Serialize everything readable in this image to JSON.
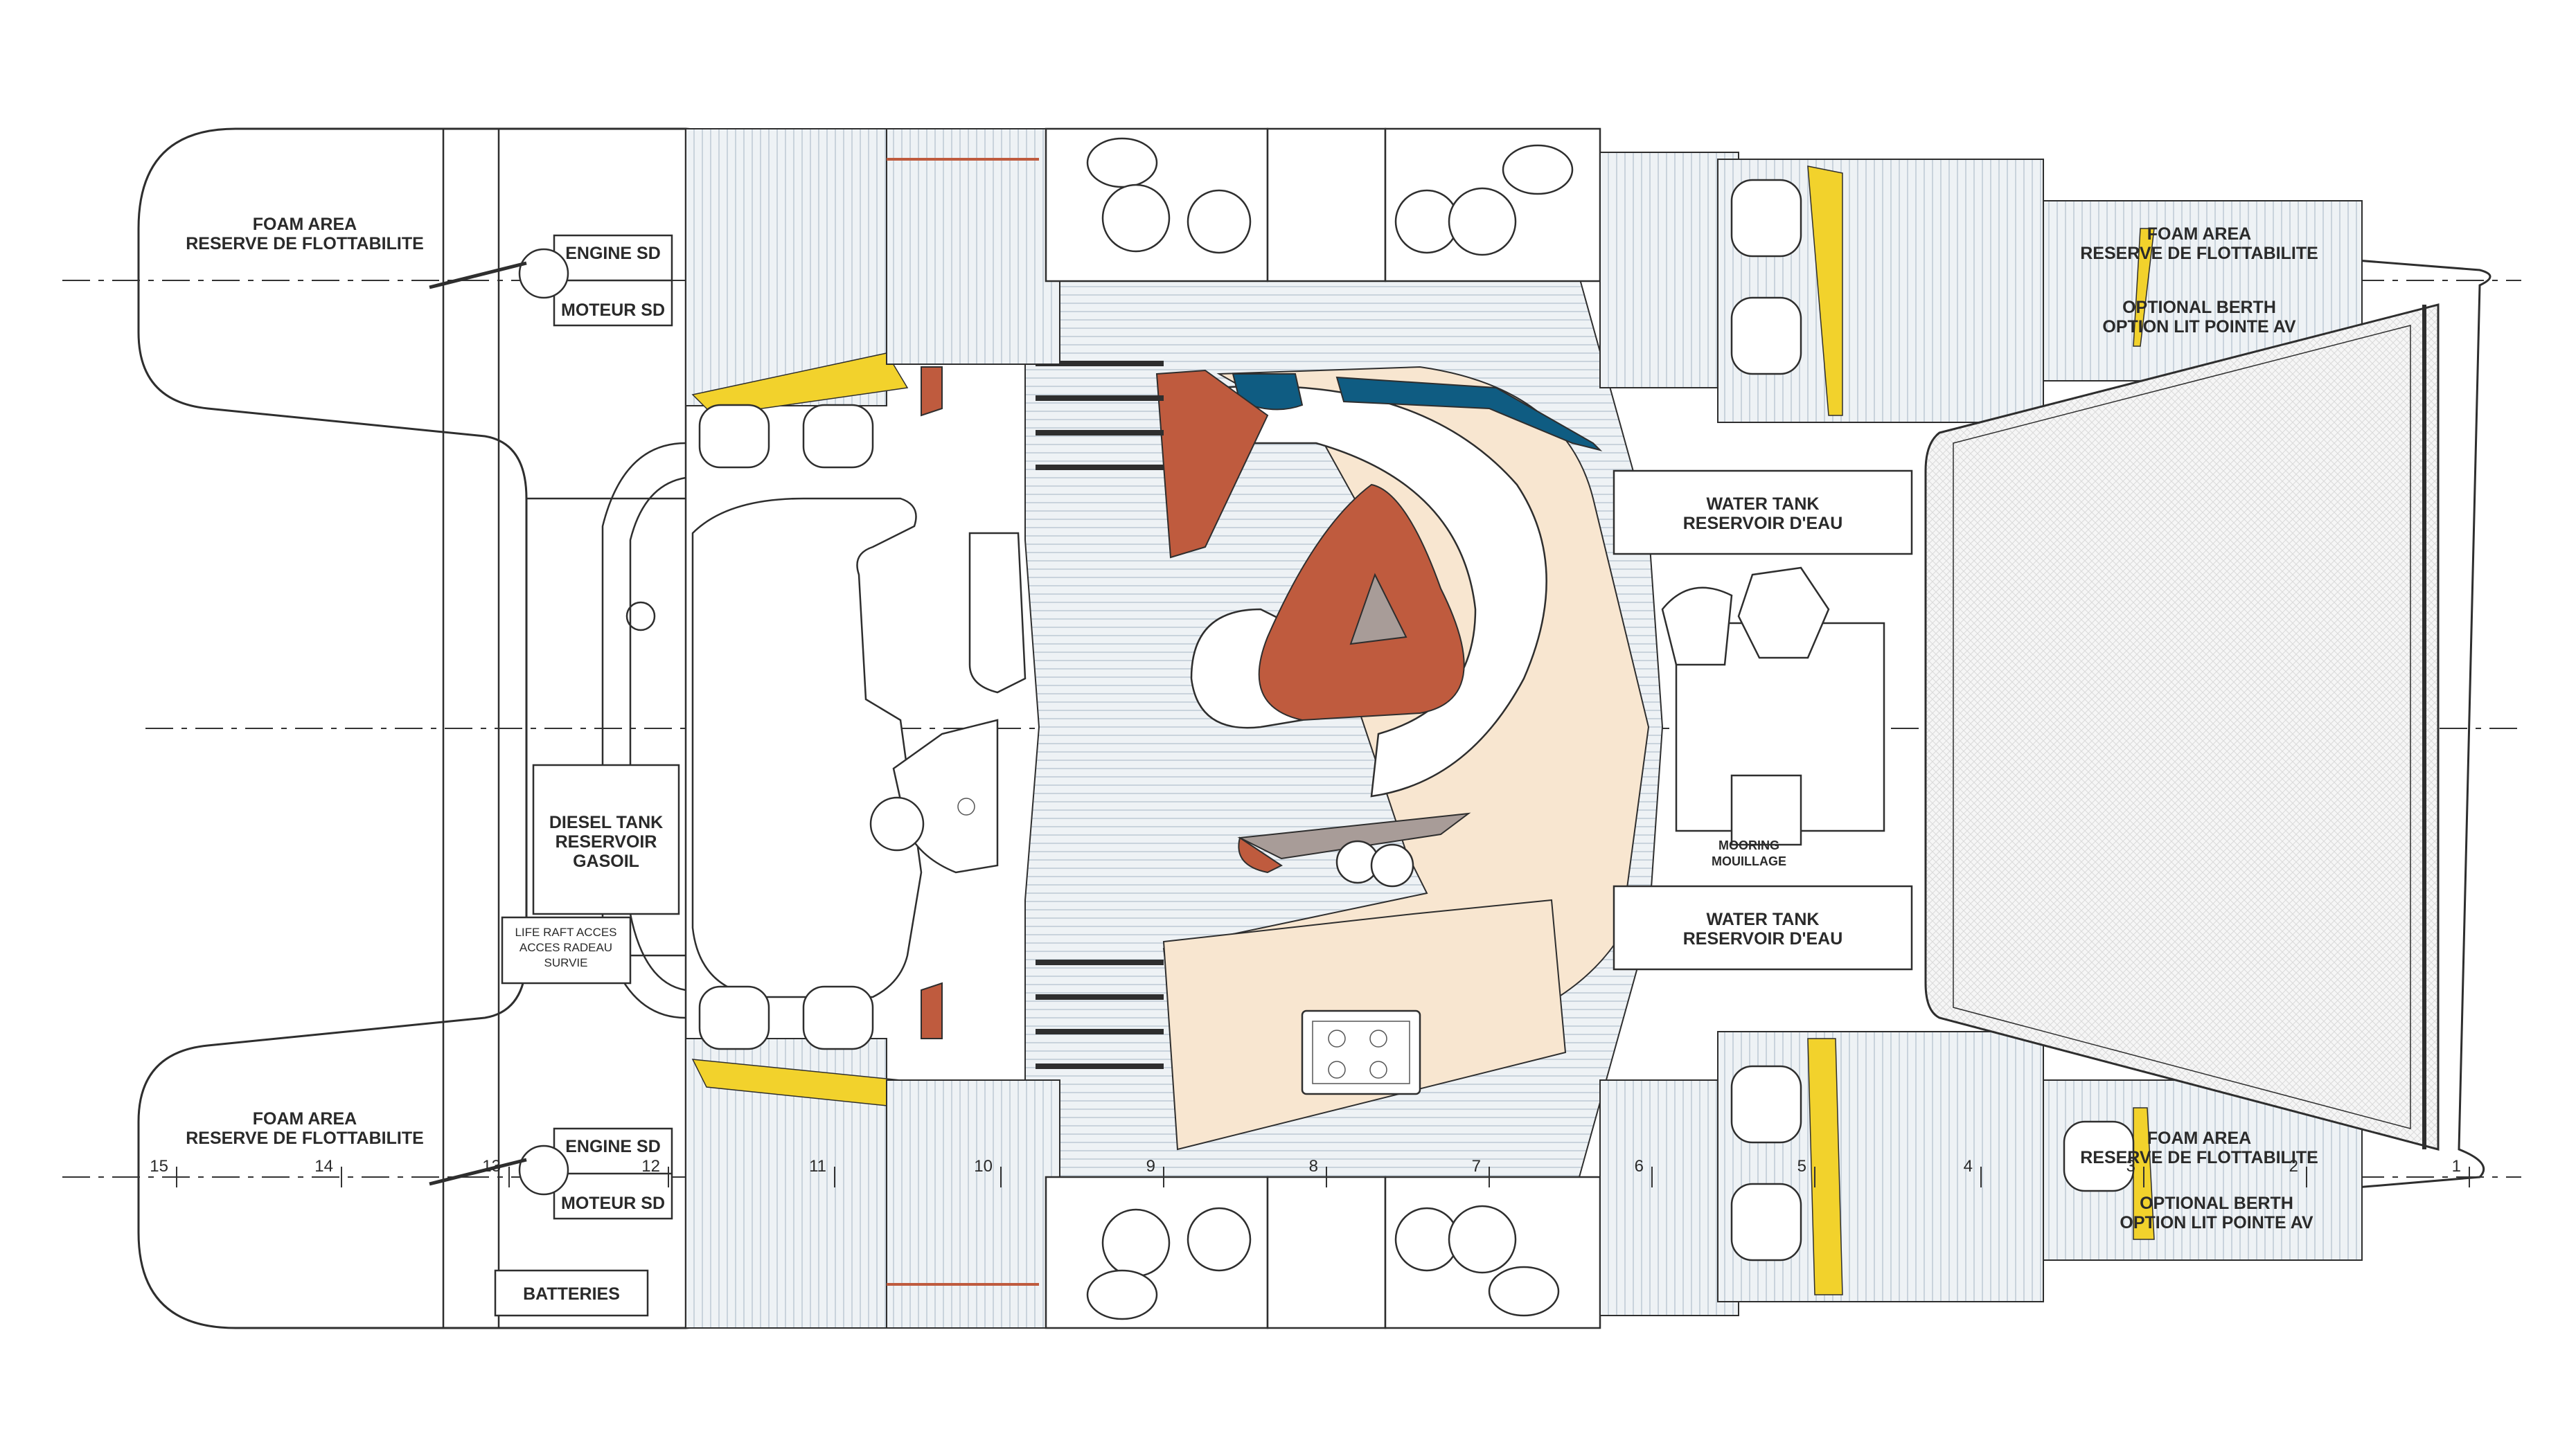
{
  "colors": {
    "orange": "#bf5b3e",
    "yellow": "#f2d22c",
    "blue": "#0f5c82",
    "cream": "#f8e6d0",
    "deck": "#dfe6ec",
    "grey": "#a89c98"
  },
  "labels": {
    "foam_area_top_left": "FOAM  AREA",
    "reserve_flott_top_left": "RESERVE DE FLOTTABILITE",
    "foam_area_bottom_left": "FOAM  AREA",
    "reserve_flott_bottom_left": "RESERVE DE FLOTTABILITE",
    "engine_top": "ENGINE SD",
    "moteur_top": "MOTEUR SD",
    "engine_bottom": "ENGINE SD",
    "moteur_bottom": "MOTEUR SD",
    "diesel_1": "DIESEL TANK",
    "diesel_2": "RESERVOIR",
    "diesel_3": "GASOIL",
    "liferaft_1": "LIFE RAFT ACCES",
    "liferaft_2": "ACCES RADEAU",
    "liferaft_3": "SURVIE",
    "batteries": "BATTERIES",
    "water_top_1": "WATER TANK",
    "water_top_2": "RESERVOIR D'EAU",
    "water_bottom_1": "WATER TANK",
    "water_bottom_2": "RESERVOIR D'EAU",
    "mooring_1": "MOORING",
    "mooring_2": "MOUILLAGE",
    "foam_area_top_right": "FOAM  AREA",
    "reserve_flott_top_right": "RESERVE DE FLOTTABILITE",
    "berth_top_1": "OPTIONAL BERTH",
    "berth_top_2": "OPTION LIT POINTE AV",
    "foam_area_bottom_right": "FOAM  AREA",
    "reserve_flott_bottom_right": "RESERVE DE FLOTTABILITE",
    "berth_bottom_1": "OPTIONAL BERTH",
    "berth_bottom_2": "OPTION LIT POINTE AV"
  },
  "stations": [
    "15",
    "14",
    "13",
    "12",
    "11",
    "10",
    "9",
    "8",
    "7",
    "6",
    "5",
    "4",
    "3",
    "2",
    "1"
  ]
}
